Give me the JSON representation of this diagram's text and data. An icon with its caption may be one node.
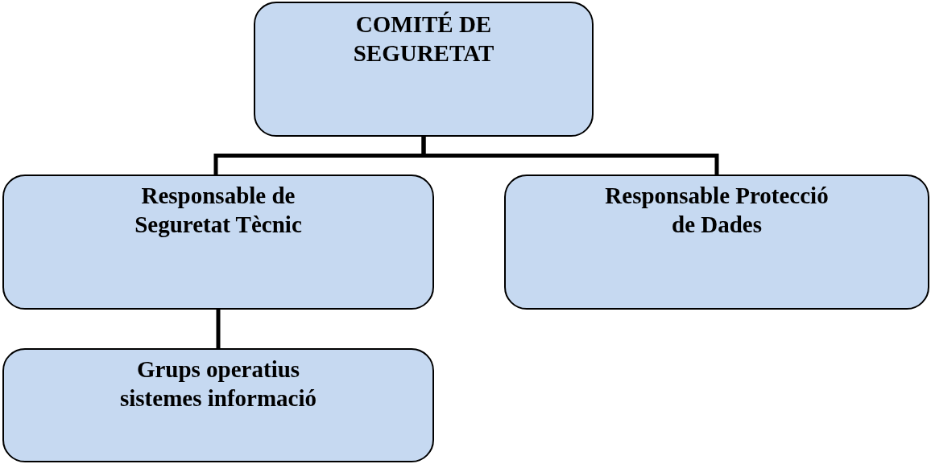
{
  "diagram": {
    "nodes": [
      {
        "text": [
          "COMITÉ DE SEGURETAT"
        ]
      },
      {
        "text": [
          "Responsable de Seguretat Tècnic"
        ]
      },
      {
        "text": [
          "Responsable Protecció de Dades"
        ]
      },
      {
        "text": [
          "Grups operatius sistemes informació"
        ]
      }
    ],
    "edges": [
      {
        "from": 0,
        "to": 1,
        "arrow": "none"
      },
      {
        "from": 0,
        "to": 2,
        "arrow": "none"
      },
      {
        "from": 1,
        "to": 3,
        "arrow": "none"
      }
    ]
  }
}
